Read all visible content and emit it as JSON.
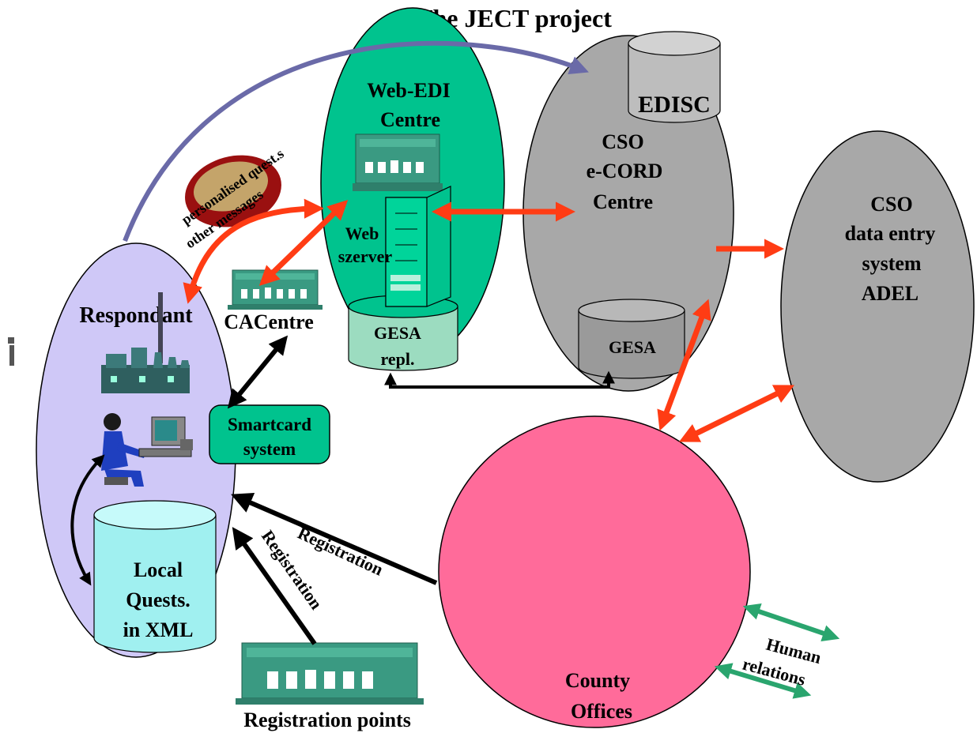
{
  "title": "The JECT project",
  "nodes": {
    "respondant": "Respondant",
    "web_edi_1": "Web-EDI",
    "web_edi_2": "Centre",
    "web_1": "Web",
    "web_2": "szerver",
    "gesa_repl_1": "GESA",
    "gesa_repl_2": "repl.",
    "cso_ecord_1": "CSO",
    "cso_ecord_2": "e-CORD",
    "cso_ecord_3": "Centre",
    "edisc": "EDISC",
    "gesa": "GESA",
    "cso_entry_1": "CSO",
    "cso_entry_2": "data entry",
    "cso_entry_3": "system",
    "cso_entry_4": "ADEL",
    "cacentre": "CACentre",
    "smartcard_1": "Smartcard",
    "smartcard_2": "system",
    "local_1": "Local",
    "local_2": "Quests.",
    "local_3": "in XML",
    "county_1": "County",
    "county_2": "Offices",
    "registration_points": "Registration points"
  },
  "labels": {
    "personalised": "personalised quest.s",
    "other_messages": "other messages",
    "registration_a": "Registration",
    "registration_b": "Registration",
    "human": "Human",
    "relations": "relations"
  },
  "colors": {
    "respondant_fill": "#cfc8f7",
    "web_edi_fill": "#00c38e",
    "building_fill": "#3a9a82",
    "cso_fill": "#a8a8a8",
    "county_fill": "#ff6b9a",
    "red_arrow": "#ff3c14",
    "green_arrow": "#2aa56e",
    "purple_arc": "#6a6aa8",
    "local_fill": "#a0f0f0"
  }
}
